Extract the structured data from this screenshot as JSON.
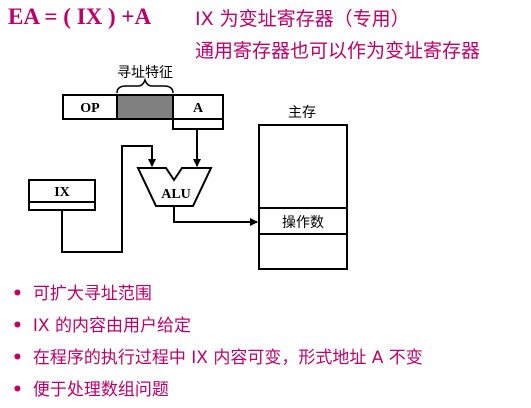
{
  "formula": "EA = ( IX ) +A",
  "notes": {
    "line1": "IX 为变址寄存器（专用）",
    "line2": "通用寄存器也可以作为变址寄存器"
  },
  "diagram": {
    "addressing_feature_label": "寻址特征",
    "op_field": "OP",
    "a_field": "A",
    "ix_register": "IX",
    "alu": "ALU",
    "main_memory": "主存",
    "operand": "操作数"
  },
  "bullets": [
    "可扩大寻址范围",
    "IX 的内容由用户给定",
    "在程序的执行过程中 IX 内容可变，形式地址 A 不变",
    "便于处理数组问题"
  ],
  "colors": {
    "accent": "#c0006a",
    "feature_fill": "#808080"
  }
}
